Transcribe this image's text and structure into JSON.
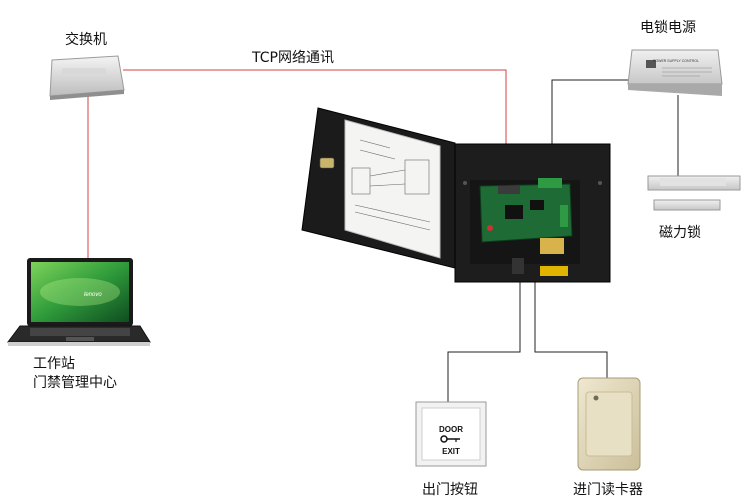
{
  "nodes": {
    "switch": {
      "label": "交换机"
    },
    "power_supply": {
      "label": "电锁电源",
      "panel_text": "POWER SUPPLY CONTROL"
    },
    "maglock": {
      "label": "磁力锁"
    },
    "workstation": {
      "label_line1": "工作站",
      "label_line2": "门禁管理中心",
      "brand": "lenovo"
    },
    "exit_button": {
      "label": "出门按钮",
      "text_top": "DOOR",
      "text_bottom": "EXIT"
    },
    "card_reader": {
      "label": "进门读卡器"
    },
    "controller": {}
  },
  "links": {
    "tcp": {
      "label": "TCP网络通讯",
      "color": "#d04040"
    }
  },
  "colors": {
    "wire": "#222222",
    "network": "#d04040"
  }
}
